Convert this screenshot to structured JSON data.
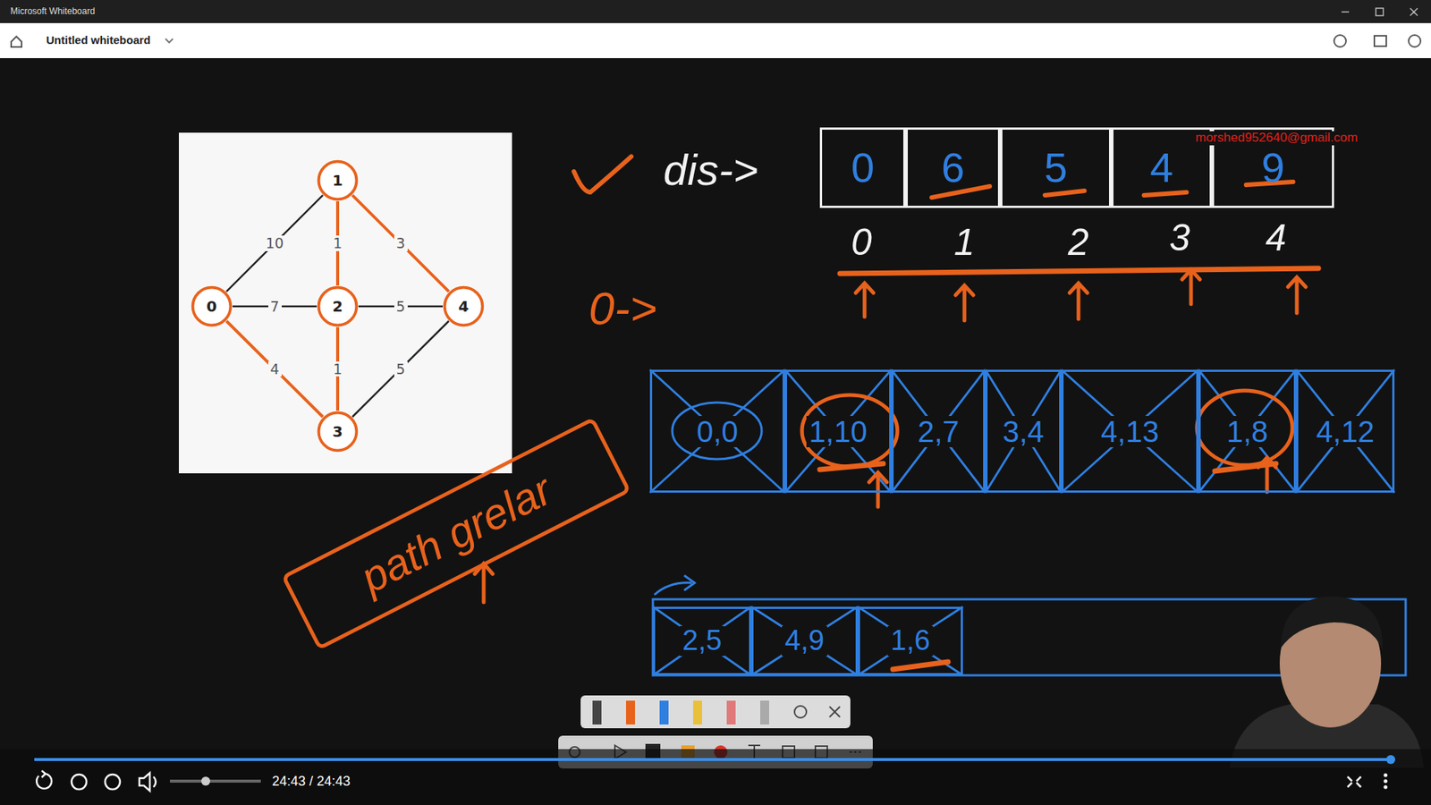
{
  "diagram": {
    "nodes": [
      {
        "text": [
          "1"
        ]
      },
      {
        "text": [
          "0"
        ]
      },
      {
        "text": [
          "2"
        ]
      },
      {
        "text": [
          "4"
        ]
      },
      {
        "text": [
          "3"
        ]
      },
      {
        "text": [
          "0"
        ]
      },
      {
        "text": [
          "6"
        ]
      },
      {
        "text": [
          "5"
        ]
      },
      {
        "text": [
          "4"
        ]
      },
      {
        "text": [
          "9"
        ]
      },
      {
        "text": [
          "0,0"
        ]
      },
      {
        "text": [
          "1,10"
        ]
      },
      {
        "text": [
          "2,7"
        ]
      },
      {
        "text": [
          "3,4"
        ]
      },
      {
        "text": [
          "4,13"
        ]
      },
      {
        "text": [
          "1,8"
        ]
      },
      {
        "text": [
          "4,12"
        ]
      },
      {
        "text": [
          "2,5"
        ]
      },
      {
        "text": [
          "4,9"
        ]
      },
      {
        "text": [
          "1,6"
        ]
      },
      {
        "text": [
          "path grelar"
        ]
      }
    ],
    "edges": [
      {
        "from": 1,
        "to": 0,
        "label": "10",
        "arrow": "none"
      },
      {
        "from": 0,
        "to": 2,
        "label": "1",
        "arrow": "none"
      },
      {
        "from": 0,
        "to": 3,
        "label": "3",
        "arrow": "none"
      },
      {
        "from": 1,
        "to": 2,
        "label": "7",
        "arrow": "none"
      },
      {
        "from": 2,
        "to": 3,
        "label": "5",
        "arrow": "none"
      },
      {
        "from": 1,
        "to": 4,
        "label": "4",
        "arrow": "none"
      },
      {
        "from": 2,
        "to": 4,
        "label": "1",
        "arrow": "none"
      },
      {
        "from": 4,
        "to": 3,
        "label": "5",
        "arrow": "none"
      }
    ],
    "labels": [
      "Microsoft Whiteboard",
      "Untitled whiteboard",
      "dis->",
      "0",
      "1",
      "2",
      "3",
      "4",
      "0->",
      "morshed952640@gmail.com",
      "24:43 / 24:43"
    ]
  }
}
